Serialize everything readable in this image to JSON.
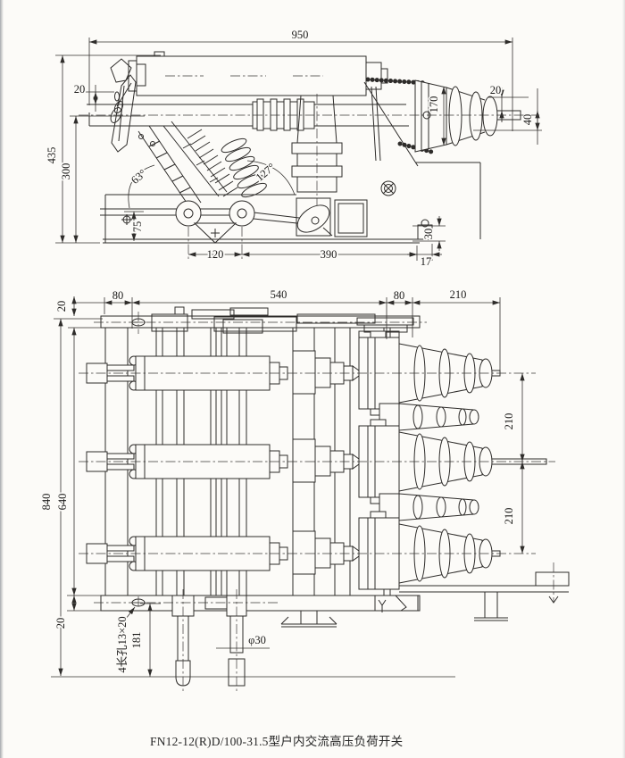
{
  "page": {
    "caption": "FN12-12(R)D/100-31.5型户内交流高压负荷开关"
  },
  "top_view": {
    "dims": {
      "overall_width": "950",
      "frame_offset": "20",
      "overall_height": "435",
      "axis_height": "300",
      "blade_angle": "63°",
      "travel_angle": "127°",
      "base_height": "75",
      "pivot_spacing": "120",
      "base_length": "390",
      "foot_width": "17",
      "foot_height": "30",
      "bushing_dia": "170",
      "terminal_offset": "20",
      "terminal_height": "40"
    }
  },
  "bottom_view": {
    "dims": {
      "rail_offset": "20",
      "left_span": "80",
      "center_span": "540",
      "right_span": "80",
      "bushing_span": "210",
      "overall_height": "840",
      "frame_height": "640",
      "phase_spacing_upper": "210",
      "phase_spacing_lower": "210",
      "plate_thickness": "20",
      "slot_note": "4长孔13×20",
      "shaft_length": "181",
      "shaft_diameter": "φ30"
    }
  }
}
